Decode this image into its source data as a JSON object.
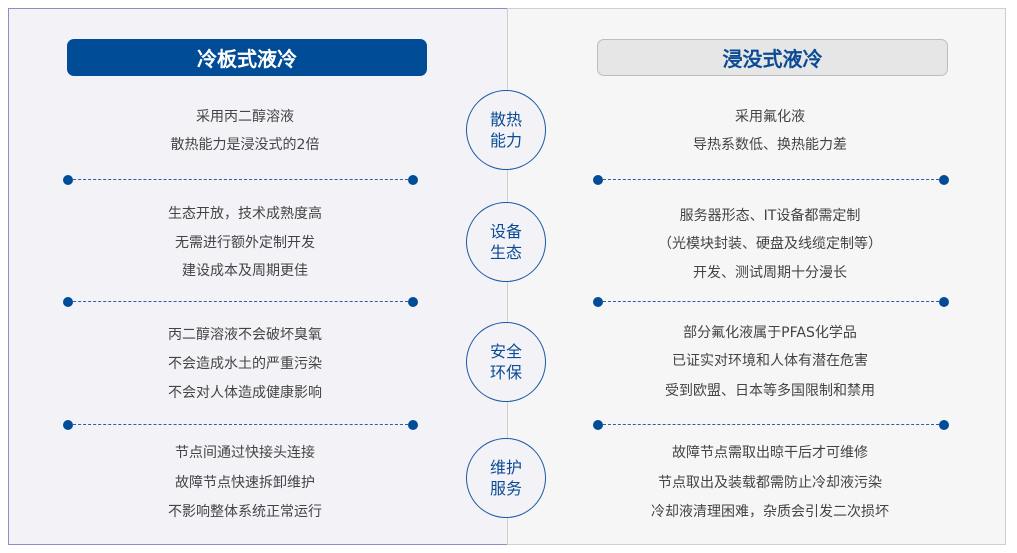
{
  "left": {
    "title": "冷板式液冷",
    "sections": [
      [
        "采用丙二醇溶液",
        "散热能力是浸没式的2倍"
      ],
      [
        "生态开放，技术成熟度高",
        "无需进行额外定制开发",
        "建设成本及周期更佳"
      ],
      [
        "丙二醇溶液不会破坏臭氧",
        "不会造成水土的严重污染",
        "不会对人体造成健康影响"
      ],
      [
        "节点间通过快接头连接",
        "故障节点快速拆卸维护",
        "不影响整体系统正常运行"
      ]
    ]
  },
  "right": {
    "title": "浸没式液冷",
    "sections": [
      [
        "采用氟化液",
        "导热系数低、换热能力差"
      ],
      [
        "服务器形态、IT设备都需定制",
        "（光模块封装、硬盘及线缆定制等）",
        "开发、测试周期十分漫长"
      ],
      [
        "部分氟化液属于PFAS化学品",
        "已证实对环境和人体有潜在危害",
        "受到欧盟、日本等多国限制和禁用"
      ],
      [
        "故障节点需取出晾干后才可维修",
        "节点取出及装载都需防止冷却液污染",
        "冷却液清理困难，杂质会引发二次损坏"
      ]
    ]
  },
  "categories": [
    [
      "散热",
      "能力"
    ],
    [
      "设备",
      "生态"
    ],
    [
      "安全",
      "环保"
    ],
    [
      "维护",
      "服务"
    ]
  ]
}
